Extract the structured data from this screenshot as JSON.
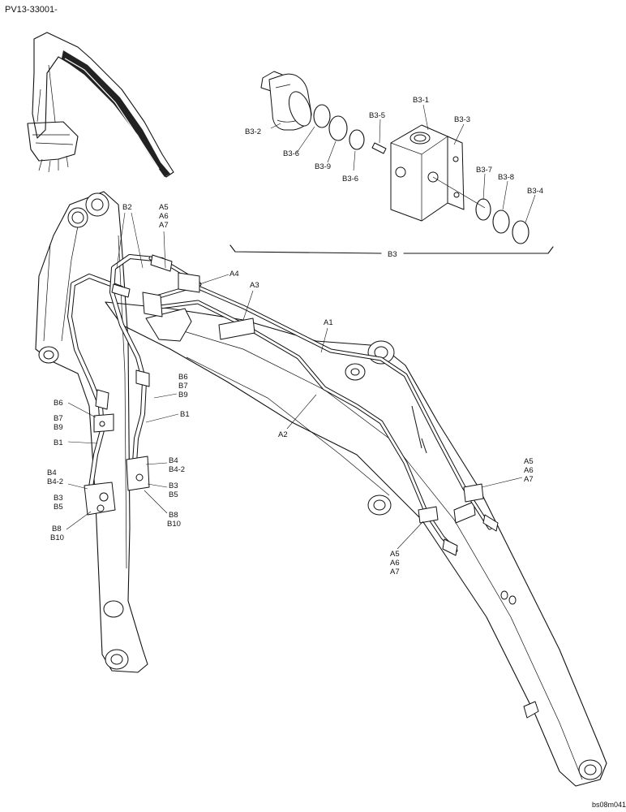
{
  "header": {
    "code": "PV13-33001-"
  },
  "footer": {
    "code": "bs08m041"
  },
  "labels": {
    "B3_2": "B3-2",
    "B3_6a": "B3-6",
    "B3_9": "B3-9",
    "B3_6b": "B3-6",
    "B3_5": "B3-5",
    "B3_1": "B3-1",
    "B3_3": "B3-3",
    "B3_7": "B3-7",
    "B3_8": "B3-8",
    "B3_4": "B3-4",
    "B3": "B3",
    "B2": "B2",
    "A5_top": "A5",
    "A6_top": "A6",
    "A7_top": "A7",
    "A4": "A4",
    "A3": "A3",
    "A1": "A1",
    "A2": "A2",
    "B6_r": "B6",
    "B7_r": "B7",
    "B9_r": "B9",
    "B1_r": "B1",
    "B6_l": "B6",
    "B7_l": "B7",
    "B9_l": "B9",
    "B1_l": "B1",
    "B4_l": "B4",
    "B4_2_l": "B4-2",
    "B3_l": "B3",
    "B5_l": "B5",
    "B8_l": "B8",
    "B10_l": "B10",
    "B4_r": "B4",
    "B4_2_r": "B4-2",
    "B3_r": "B3",
    "B5_r": "B5",
    "B8_r": "B8",
    "B10_r": "B10",
    "A5_right": "A5",
    "A6_right": "A6",
    "A7_right": "A7",
    "A5_mid": "A5",
    "A6_mid": "A6",
    "A7_mid": "A7"
  }
}
